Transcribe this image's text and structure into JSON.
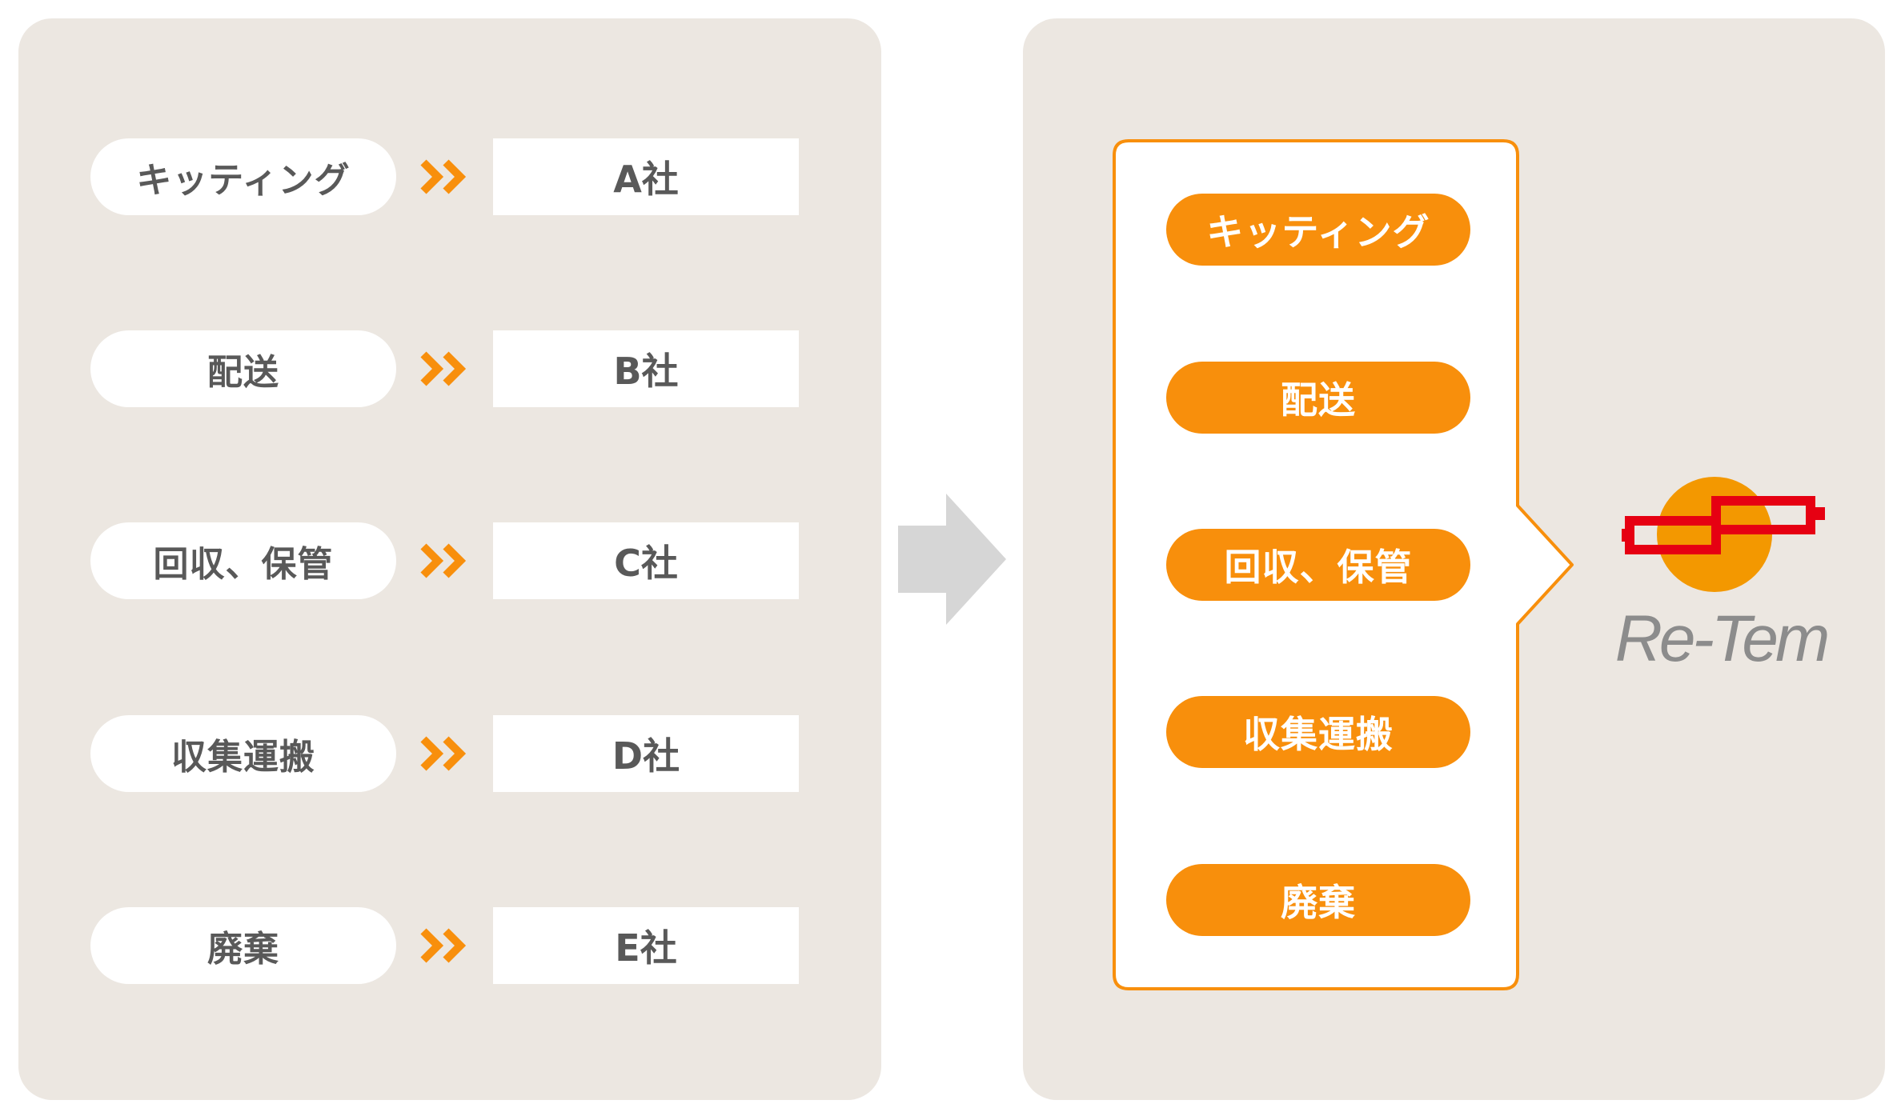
{
  "colors": {
    "panel_bg": "#ece7e1",
    "accent_orange": "#f88f0c",
    "text_gray": "#595959",
    "arrow_gray": "#d6d6d6",
    "logo_red": "#e60012",
    "logo_circle": "#f39800"
  },
  "before": {
    "rows": [
      {
        "task": "キッティング",
        "company": "A社"
      },
      {
        "task": "配送",
        "company": "B社"
      },
      {
        "task": "回収、保管",
        "company": "C社"
      },
      {
        "task": "収集運搬",
        "company": "D社"
      },
      {
        "task": "廃棄",
        "company": "E社"
      }
    ],
    "connector_icon": "double-chevron-right-icon"
  },
  "transition_icon": "big-arrow-right-icon",
  "after": {
    "services": [
      "キッティング",
      "配送",
      "回収、保管",
      "収集運搬",
      "廃棄"
    ],
    "logo": {
      "text": "Re-Tem"
    }
  }
}
